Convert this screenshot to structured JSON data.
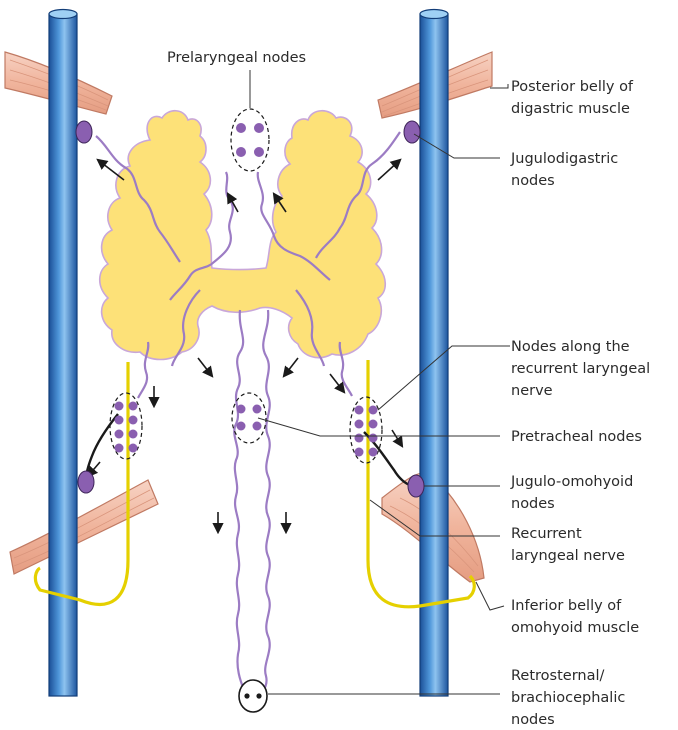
{
  "labels": {
    "prelaryngeal": "Prelaryngeal nodes",
    "posterior_belly": [
      "Posterior belly of",
      "digastric muscle"
    ],
    "jugulodigastric": [
      "Jugulodigastric",
      "nodes"
    ],
    "recurrent_nodes": [
      "Nodes along the",
      "recurrent laryngeal",
      "nerve"
    ],
    "pretracheal": "Pretracheal nodes",
    "jugulo_omohyoid": [
      "Jugulo-omohyoid",
      "nodes"
    ],
    "recurrent_nerve": [
      "Recurrent",
      "laryngeal nerve"
    ],
    "inferior_belly": [
      "Inferior belly of",
      "omohyoid muscle"
    ],
    "retrosternal": [
      "Retrosternal/",
      "brachiocephalic",
      "nodes"
    ]
  },
  "colors": {
    "gland": "#fde178",
    "gland_outline": "#a98bc9",
    "vessel": "#9c7cc4",
    "node": "#8a5fb0",
    "vein": "#2f6fc0",
    "vein_highlight": "#8ec3ef",
    "nerve": "#e5d000",
    "muscle": "#f2b9a5",
    "leader": "#333333"
  }
}
